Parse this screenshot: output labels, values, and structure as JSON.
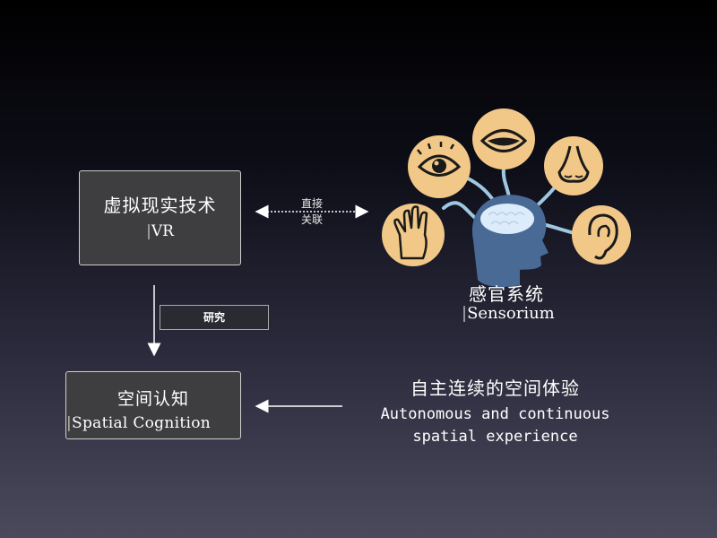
{
  "vr_box": {
    "cn": "虚拟现实技术",
    "en": "VR"
  },
  "link_label": {
    "line1": "直接",
    "line2": "关联"
  },
  "study_label": "研究",
  "sensorium": {
    "cn": "感官系统",
    "en": "Sensorium"
  },
  "spatial_cognition": {
    "cn": "空间认知",
    "en": "Spatial Cognition"
  },
  "experience": {
    "cn": "自主连续的空间体验",
    "en_line1": "Autonomous and continuous",
    "en_line2": "spatial experience"
  },
  "senses": [
    "eye-icon",
    "mouth-icon",
    "nose-icon",
    "ear-icon",
    "hand-icon"
  ],
  "colors": {
    "sense_bubble": "#f2c888",
    "stem": "#9fc8e0",
    "head": "#4a6a96",
    "brain": "#dcecfa",
    "box_fill": "#3e3e40"
  }
}
